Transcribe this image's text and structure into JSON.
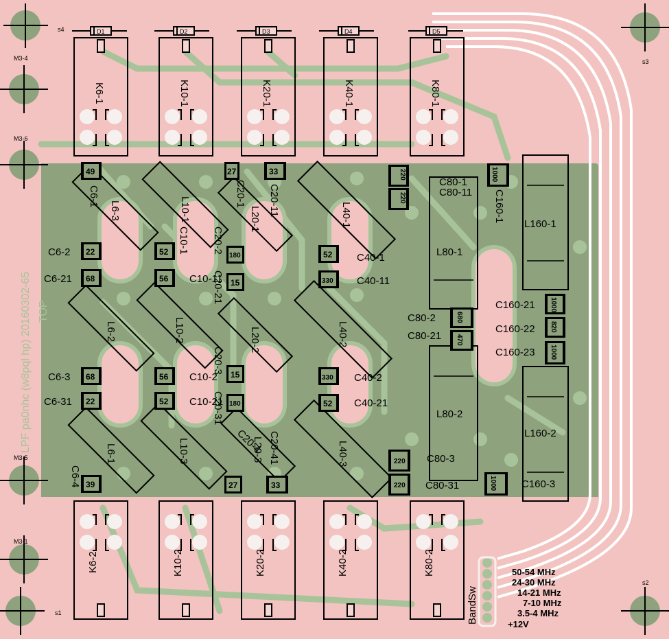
{
  "colors": {
    "board": "#f2c3c0",
    "ground": "#8da27d",
    "copper": "#a8c39a",
    "track": "#ffffff",
    "silk": "#000000"
  },
  "board_text": {
    "side_label": "LPF pa0nhc (w8pql hp) 20160302-65",
    "top_label": "TOP"
  },
  "mounting_holes": [
    {
      "label": "s4"
    },
    {
      "label": "s3"
    },
    {
      "label": "s1"
    },
    {
      "label": "s2"
    },
    {
      "label": "M3-4"
    },
    {
      "label": "M3-6"
    },
    {
      "label": "M3-5"
    },
    {
      "label": "M3-1"
    }
  ],
  "relays": [
    {
      "label": "K6-1"
    },
    {
      "label": "K10-1"
    },
    {
      "label": "K20-1"
    },
    {
      "label": "K40-1"
    },
    {
      "label": "K80-1"
    },
    {
      "label": "K6-2"
    },
    {
      "label": "K10-2"
    },
    {
      "label": "K20-2"
    },
    {
      "label": "K40-2"
    },
    {
      "label": "K80-2"
    }
  ],
  "diodes": [
    {
      "label": "D1"
    },
    {
      "label": "D2"
    },
    {
      "label": "D3"
    },
    {
      "label": "D4"
    },
    {
      "label": "D5"
    }
  ],
  "inductors": [
    {
      "label": "L6-3"
    },
    {
      "label": "L6-2"
    },
    {
      "label": "L6-1"
    },
    {
      "label": "L10-1"
    },
    {
      "label": "L10-2"
    },
    {
      "label": "L10-3"
    },
    {
      "label": "L20-1"
    },
    {
      "label": "L20-2"
    },
    {
      "label": "L20-3"
    },
    {
      "label": "L40-1"
    },
    {
      "label": "L40-2"
    },
    {
      "label": "L40-3"
    },
    {
      "label": "L80-1"
    },
    {
      "label": "L80-2"
    },
    {
      "label": "L160-1"
    },
    {
      "label": "L160-2"
    }
  ],
  "caps": [
    {
      "label": "C6-1",
      "value": "49"
    },
    {
      "label": "C6-2",
      "value": "22"
    },
    {
      "label": "C6-21",
      "value": "68"
    },
    {
      "label": "C6-3",
      "value": "68"
    },
    {
      "label": "C6-31",
      "value": "22"
    },
    {
      "label": "C6-4",
      "value": "39"
    },
    {
      "label": "C10-1",
      "value": "52"
    },
    {
      "label": "C10-11",
      "value": "56"
    },
    {
      "label": "C10-2",
      "value": "56"
    },
    {
      "label": "C10-21",
      "value": "52"
    },
    {
      "label": "C20-1",
      "value": "27"
    },
    {
      "label": "C20-11",
      "value": "33"
    },
    {
      "label": "C20-2",
      "value": "180"
    },
    {
      "label": "C20-21",
      "value": "15"
    },
    {
      "label": "C20-3",
      "value": "15"
    },
    {
      "label": "C20-31",
      "value": "180"
    },
    {
      "label": "C20-4",
      "value": "27"
    },
    {
      "label": "C20-41",
      "value": "33"
    },
    {
      "label": "C40-1",
      "value": "52"
    },
    {
      "label": "C40-11",
      "value": "330"
    },
    {
      "label": "C40-2",
      "value": "330"
    },
    {
      "label": "C40-21",
      "value": "52"
    },
    {
      "label": "C80-1",
      "value": "220"
    },
    {
      "label": "C80-11",
      "value": "220"
    },
    {
      "label": "C80-2",
      "value": "680"
    },
    {
      "label": "C80-21",
      "value": "470"
    },
    {
      "label": "C80-3",
      "value": "220"
    },
    {
      "label": "C80-31",
      "value": "220"
    },
    {
      "label": "C160-1",
      "value": "1000"
    },
    {
      "label": "C160-21",
      "value": "1000"
    },
    {
      "label": "C160-22",
      "value": "820"
    },
    {
      "label": "C160-23",
      "value": "1000"
    },
    {
      "label": "C160-3",
      "value": "1000"
    }
  ],
  "connector": {
    "title": "BandSw",
    "pins": [
      "50-54 MHz",
      "24-30 MHz",
      "14-21 MHz",
      "7-10 MHz",
      "3.5-4 MHz",
      "+12V"
    ]
  }
}
